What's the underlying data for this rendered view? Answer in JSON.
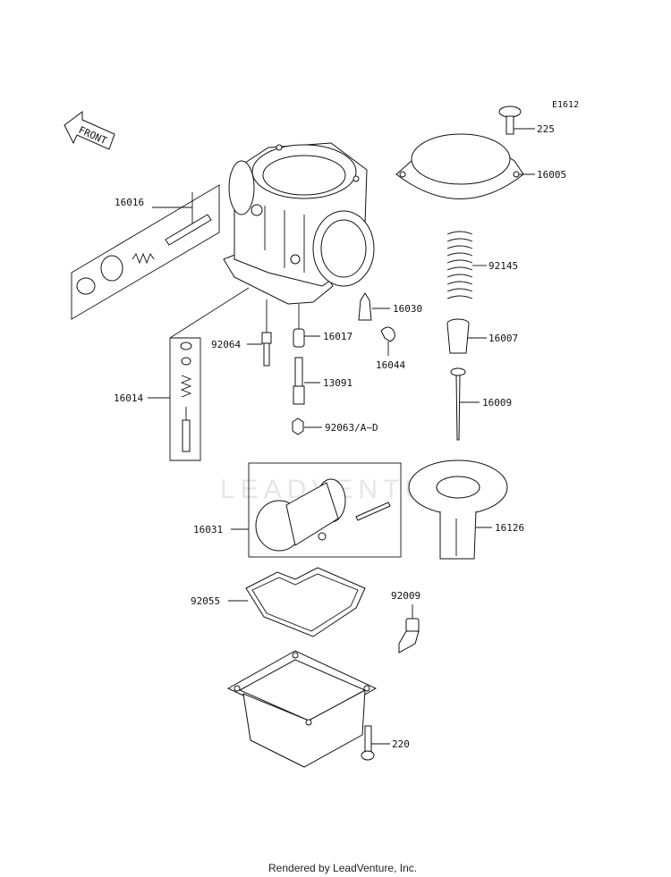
{
  "diagram_code": "E1612",
  "front_label": "FRONT",
  "watermark": "LEADVENTU",
  "footer": "Rendered by LeadVenture, Inc.",
  "parts": [
    {
      "id": "p225",
      "number": "225"
    },
    {
      "id": "p16005",
      "number": "16005"
    },
    {
      "id": "p16016",
      "number": "16016"
    },
    {
      "id": "p92145",
      "number": "92145"
    },
    {
      "id": "p16030",
      "number": "16030"
    },
    {
      "id": "p16007",
      "number": "16007"
    },
    {
      "id": "p92064",
      "number": "92064"
    },
    {
      "id": "p16017",
      "number": "16017"
    },
    {
      "id": "p16044",
      "number": "16044"
    },
    {
      "id": "p16014",
      "number": "16014"
    },
    {
      "id": "p13091",
      "number": "13091"
    },
    {
      "id": "p16009",
      "number": "16009"
    },
    {
      "id": "p92063",
      "number": "92063/A~D"
    },
    {
      "id": "p16031",
      "number": "16031"
    },
    {
      "id": "p16126",
      "number": "16126"
    },
    {
      "id": "p92055",
      "number": "92055"
    },
    {
      "id": "p92009",
      "number": "92009"
    },
    {
      "id": "p220",
      "number": "220"
    }
  ]
}
